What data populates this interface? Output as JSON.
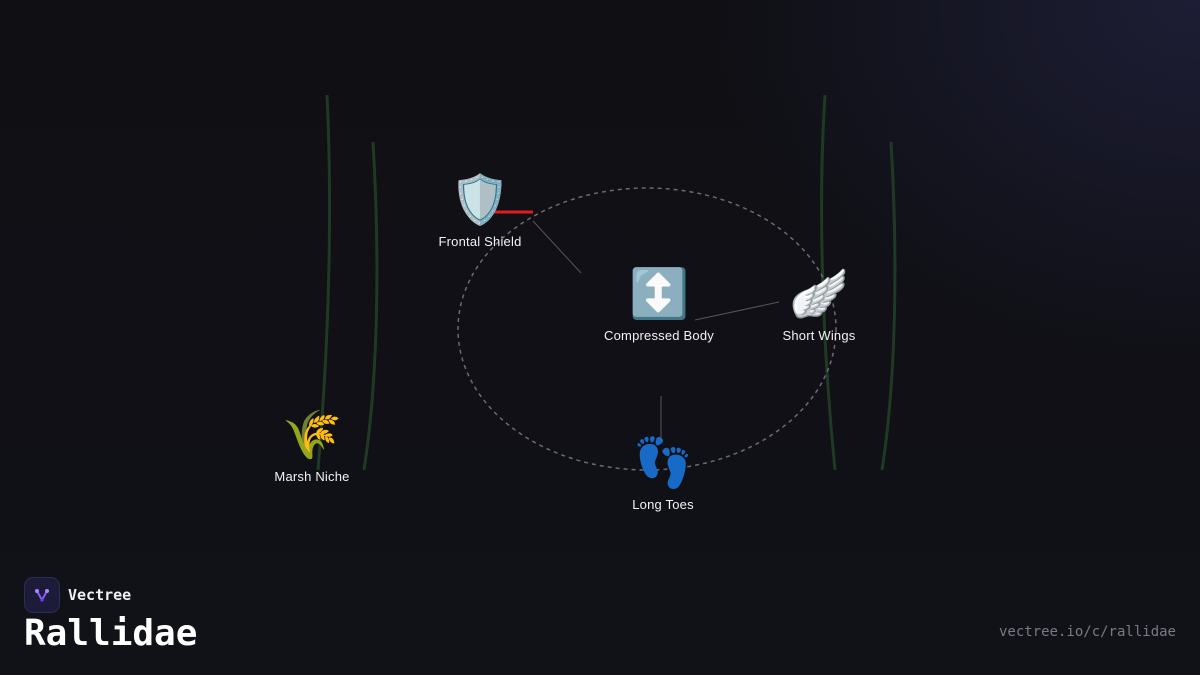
{
  "brand": {
    "name": "Vectree",
    "logo_icon": "vectree-logo-icon",
    "accent": "#8b5cf6"
  },
  "page": {
    "title": "Rallidae",
    "url": "vectree.io/c/rallidae"
  },
  "nodes": {
    "frontal_shield": {
      "label": "Frontal Shield",
      "icon": "shield-icon",
      "glyph": "🛡️"
    },
    "compressed_body": {
      "label": "Compressed Body",
      "icon": "up-down-arrow-icon",
      "glyph": "↕️"
    },
    "short_wings": {
      "label": "Short Wings",
      "icon": "wing-icon",
      "glyph": "🪽"
    },
    "marsh_niche": {
      "label": "Marsh Niche",
      "icon": "rice-sheaf-icon",
      "glyph": "🌾"
    },
    "long_toes": {
      "label": "Long Toes",
      "icon": "footprints-icon",
      "glyph": "👣"
    }
  },
  "colors": {
    "background": "#0f0f14",
    "reed": "#1f3a24",
    "highlight": "#e01b24",
    "ring": "#6b6b75",
    "connector": "#55555f"
  }
}
